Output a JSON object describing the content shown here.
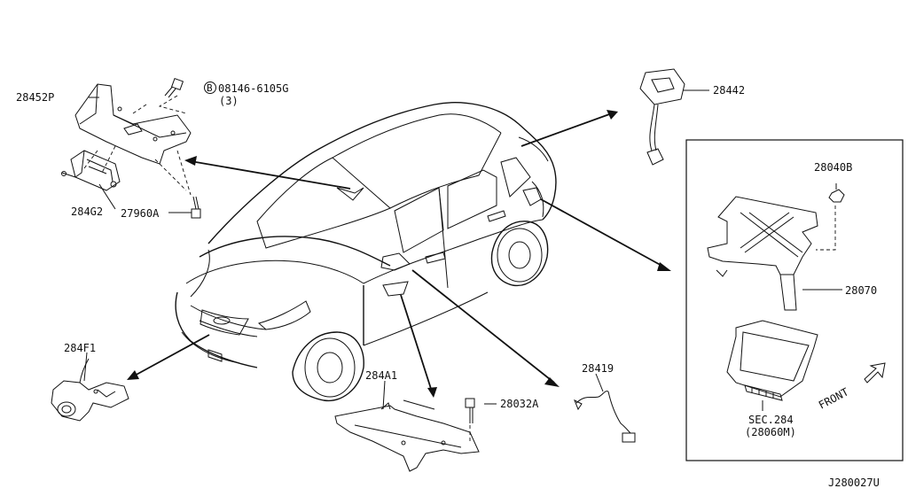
{
  "diagram_code": "J280027U",
  "parts": {
    "p28452P": "28452P",
    "p08146": "08146-6105G",
    "p08146_qty": "(3)",
    "bolt_symbol": "B",
    "p284G2": "284G2",
    "p27960A": "27960A",
    "p28442": "28442",
    "p28040B": "28040B",
    "p28070": "28070",
    "p284F1": "284F1",
    "p284A1": "284A1",
    "p28032A": "28032A",
    "p28419": "28419",
    "sec_label": "SEC.284",
    "sec_sub": "(28060M)"
  },
  "front_label": "FRONT"
}
